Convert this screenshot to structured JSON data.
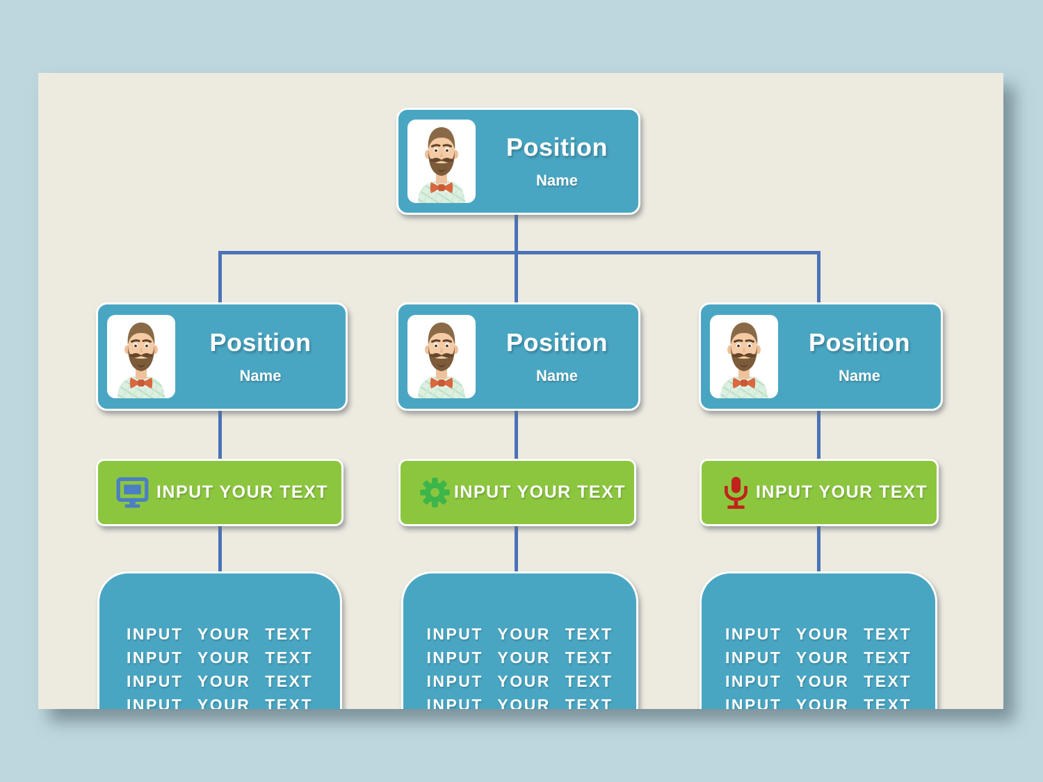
{
  "canvas": {
    "background": "#bed7de",
    "surface": "#edeae0"
  },
  "colors": {
    "card_blue": "#49a6c3",
    "tag_green": "#8cc63f",
    "connector_blue": "#4a73b8",
    "monitor_icon_blue": "#4b7ec4",
    "gear_icon_green": "#3cb54a",
    "microphone_icon_red": "#c0231c",
    "text_white": "#ffffff"
  },
  "chart": {
    "root": {
      "title": "Position",
      "name": "Name"
    },
    "children": [
      {
        "title": "Position",
        "name": "Name"
      },
      {
        "title": "Position",
        "name": "Name"
      },
      {
        "title": "Position",
        "name": "Name"
      }
    ],
    "tags": [
      {
        "icon": "monitor-icon",
        "label": "INPUT YOUR TEXT"
      },
      {
        "icon": "gear-icon",
        "label": "INPUT YOUR TEXT"
      },
      {
        "icon": "microphone-icon",
        "label": "INPUT YOUR TEXT"
      }
    ],
    "details": [
      {
        "lines": [
          "INPUT YOUR TEXT",
          "INPUT YOUR TEXT",
          "INPUT YOUR TEXT",
          "INPUT YOUR TEXT"
        ]
      },
      {
        "lines": [
          "INPUT YOUR TEXT",
          "INPUT YOUR TEXT",
          "INPUT YOUR TEXT",
          "INPUT YOUR TEXT"
        ]
      },
      {
        "lines": [
          "INPUT YOUR TEXT",
          "INPUT YOUR TEXT",
          "INPUT YOUR TEXT",
          "INPUT YOUR TEXT"
        ]
      }
    ]
  }
}
